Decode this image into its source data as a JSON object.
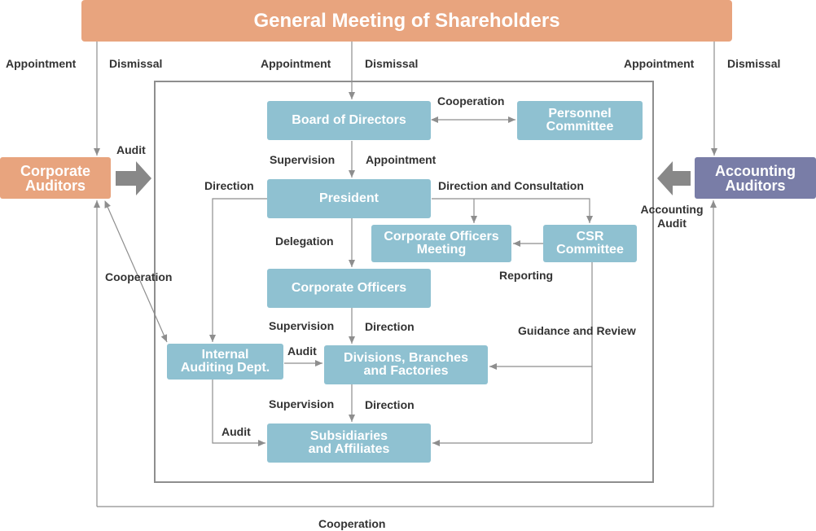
{
  "boxes": {
    "shareholders": "General Meeting of Shareholders",
    "board": "Board of Directors",
    "personnel": "Personnel\nCommittee",
    "president": "President",
    "officers_meeting": "Corporate Officers\nMeeting",
    "csr": "CSR\nCommittee",
    "officers": "Corporate Officers",
    "internal_audit": "Internal\nAuditing Dept.",
    "divisions": "Divisions, Branches\nand Factories",
    "subsidiaries": "Subsidiaries\nand Affiliates",
    "corporate_auditors": "Corporate\nAuditors",
    "accounting_auditors": "Accounting\nAuditors"
  },
  "labels": {
    "appointment": "Appointment",
    "dismissal": "Dismissal",
    "cooperation": "Cooperation",
    "audit": "Audit",
    "supervision": "Supervision",
    "direction": "Direction",
    "direction_consultation": "Direction and Consultation",
    "delegation": "Delegation",
    "reporting": "Reporting",
    "guidance_review": "Guidance and Review",
    "accounting_audit": "Accounting\nAudit"
  },
  "colors": {
    "blue_box": "#8fc1d1",
    "orange_box": "#e8a47e",
    "purple_box": "#797da7",
    "lines": "#8e8e8e"
  }
}
